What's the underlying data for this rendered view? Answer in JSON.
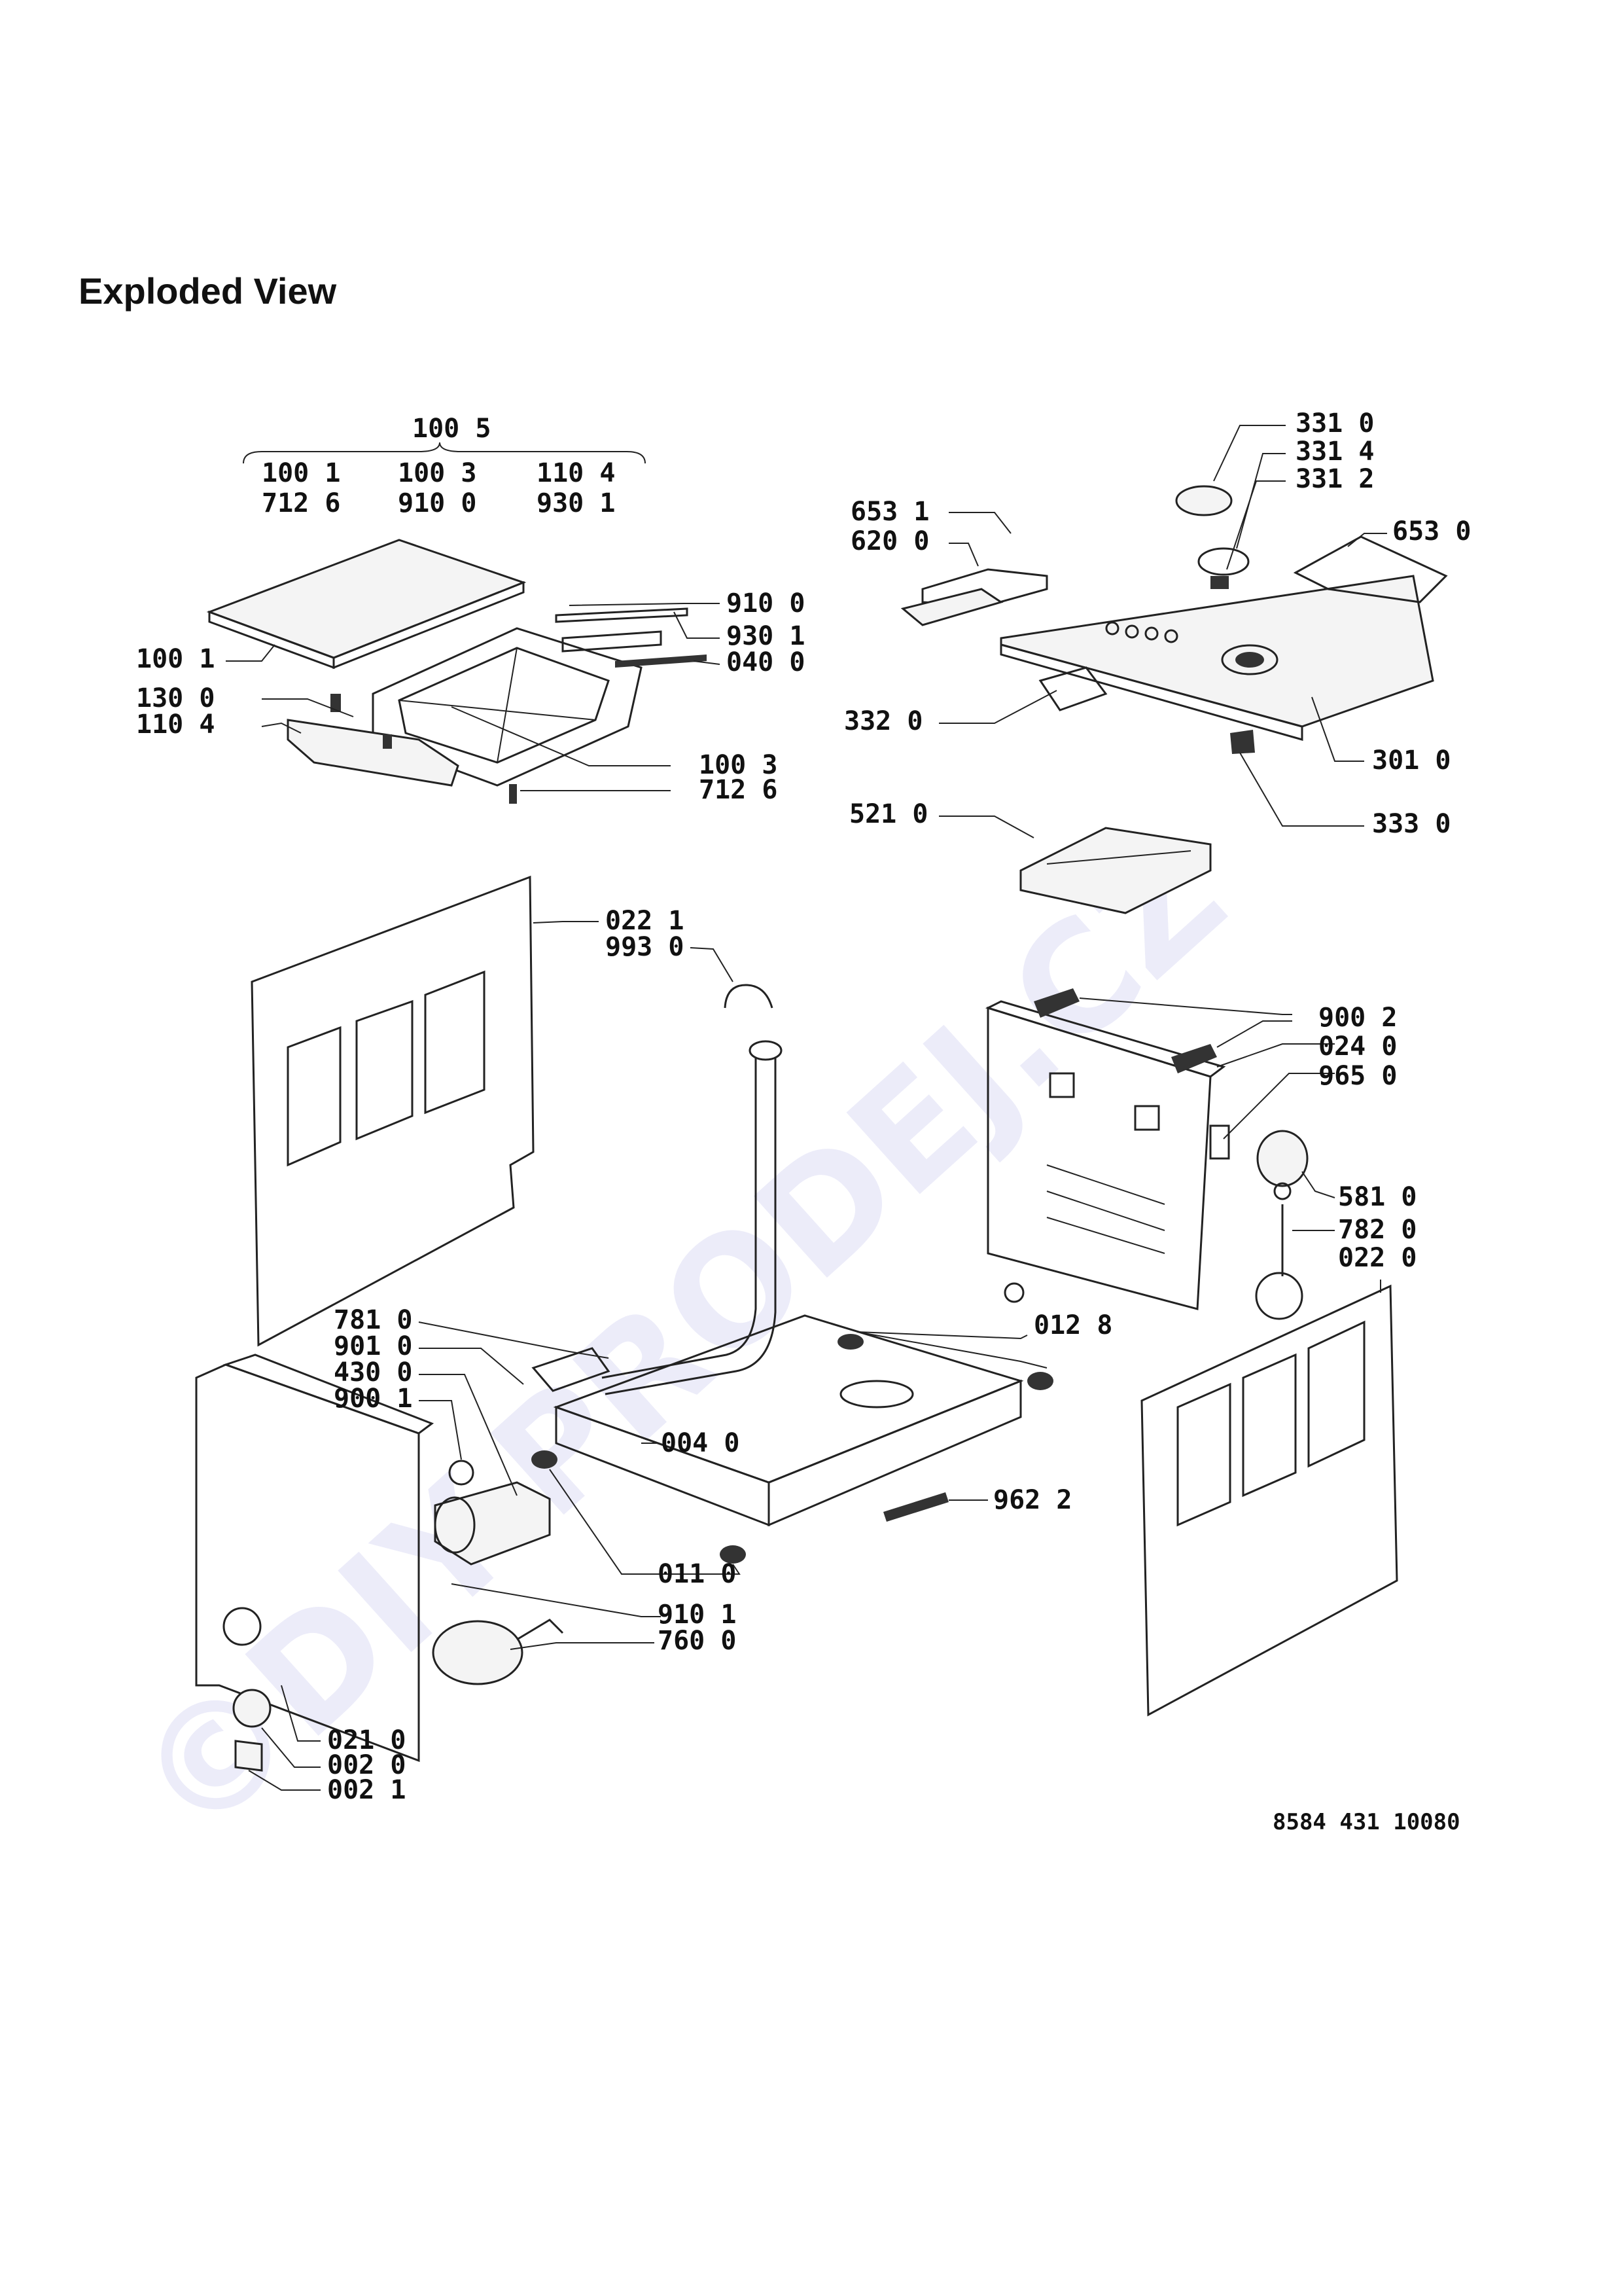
{
  "title": "Exploded View",
  "watermark": "©DIY-PRODEJ.CZ",
  "drawing_number": "8584 431 10080",
  "kit": {
    "header": "100 5",
    "row1": [
      "100 1",
      "100 3",
      "110 4"
    ],
    "row2": [
      "712 6",
      "910 0",
      "930 1"
    ]
  },
  "labels": {
    "l653_1": "653 1",
    "l620_0": "620 0",
    "l331_0": "331 0",
    "l331_4": "331 4",
    "l331_2": "331 2",
    "l653_0": "653 0",
    "l332_0": "332 0",
    "l301_0": "301 0",
    "l333_0": "333 0",
    "l521_0": "521 0",
    "l910_0": "910 0",
    "l930_1": "930 1",
    "l040_0": "040 0",
    "l100_1": "100 1",
    "l130_0": "130 0",
    "l110_4": "110 4",
    "l100_3": "100 3",
    "l712_6": "712 6",
    "l022_1": "022 1",
    "l993_0": "993 0",
    "l900_2": "900 2",
    "l024_0": "024 0",
    "l965_0": "965 0",
    "l581_0": "581 0",
    "l782_0": "782 0",
    "l022_0": "022 0",
    "l012_8": "012 8",
    "l781_0": "781 0",
    "l901_0": "901 0",
    "l430_0": "430 0",
    "l900_1": "900 1",
    "l004_0": "004 0",
    "l962_2": "962 2",
    "l011_0": "011 0",
    "l910_1": "910 1",
    "l760_0": "760 0",
    "l021_0": "021 0",
    "l002_0": "002 0",
    "l002_1": "002 1"
  }
}
